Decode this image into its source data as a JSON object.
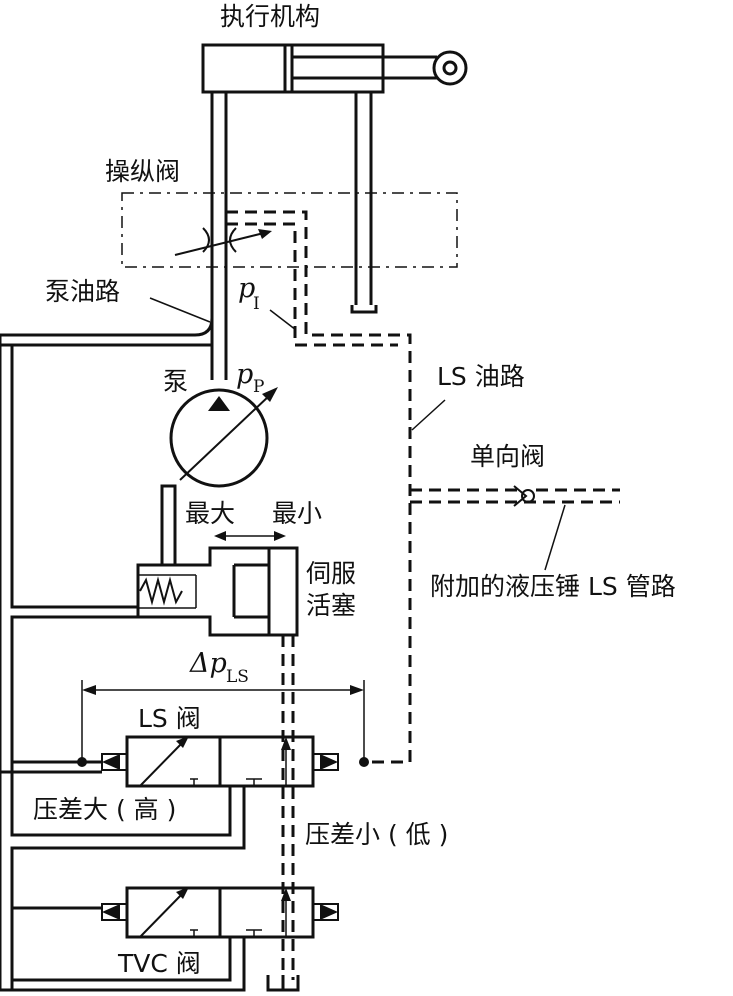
{
  "labels": {
    "actuator": "执行机构",
    "control_valve": "操纵阀",
    "pump_line": "泵油路",
    "p_i_symbol": "p",
    "p_i_sub": "I",
    "ls_line": "LS 油路",
    "pump": "泵",
    "p_p_symbol": "p",
    "p_p_sub": "P",
    "check_valve": "单向阀",
    "max": "最大",
    "min": "最小",
    "servo_piston_1": "伺服",
    "servo_piston_2": "活塞",
    "extra_ls_pipe": "附加的液压锤 LS 管路",
    "delta_p_symbol": "Δp",
    "delta_p_sub": "LS",
    "ls_valve": "LS 阀",
    "high_diff": "压差大 ( 高 )",
    "low_diff": "压差小 ( 低 )",
    "tvc_valve": "TVC 阀"
  }
}
